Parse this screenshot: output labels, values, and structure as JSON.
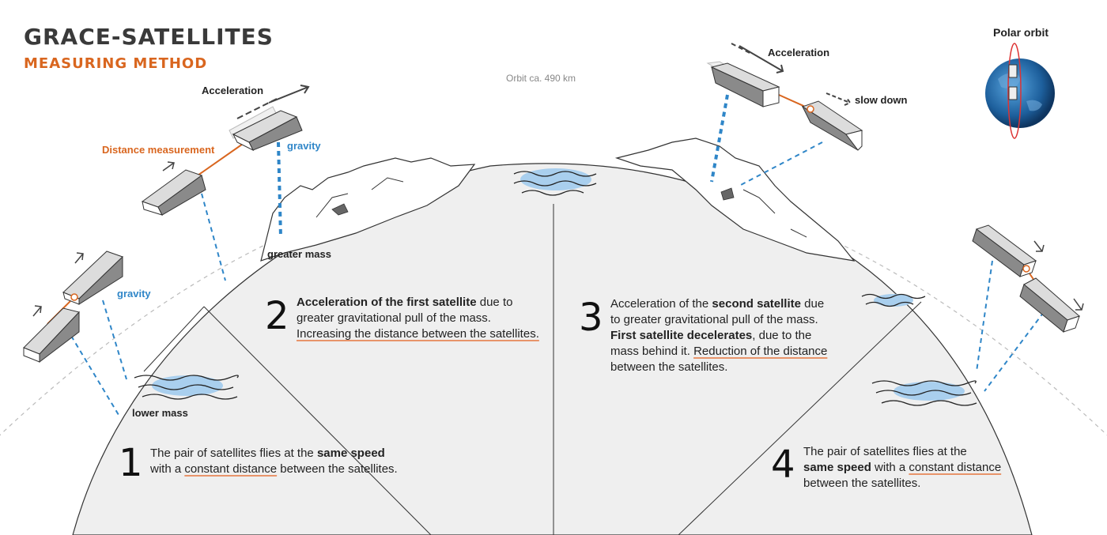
{
  "header": {
    "title": "GRACE-SATELLITES",
    "subtitle": "MEASURING METHOD"
  },
  "labels": {
    "orbit": "Orbit ca. 490 km",
    "polar_orbit": "Polar orbit",
    "acceleration_left": "Acceleration",
    "acceleration_right": "Acceleration",
    "distance_measurement": "Distance measurement",
    "gravity_top": "gravity",
    "gravity_left": "gravity",
    "greater_mass": "greater mass",
    "lower_mass": "lower mass",
    "slow_down": "slow down"
  },
  "steps": [
    {
      "number": "1",
      "parts": [
        "The pair of satellites flies at the ",
        "same speed",
        "with a ",
        "constant distance",
        " between the satellites."
      ]
    },
    {
      "number": "2",
      "parts": [
        "Acceleration of the first satellite",
        " due to",
        "greater gravitational pull of the mass.",
        "Increasing the distance between the satellites."
      ]
    },
    {
      "number": "3",
      "parts": [
        "Acceleration of the ",
        "second satellite",
        " due",
        "to greater gravitational pull of the mass.",
        "First satellite decelerates",
        ", due to the",
        "mass behind it. ",
        "Reduction of the distance",
        "between the satellites."
      ]
    },
    {
      "number": "4",
      "parts": [
        "The pair of satellites flies at the",
        "same speed",
        " with a ",
        "constant distance",
        "between the satellites."
      ]
    }
  ],
  "colors": {
    "accent_orange": "#d9661f",
    "gravity_blue": "#2f86c8",
    "earth_fill": "#efefef",
    "water_blue": "#a9cfee",
    "satellite_grey": "#8a8a8a"
  }
}
